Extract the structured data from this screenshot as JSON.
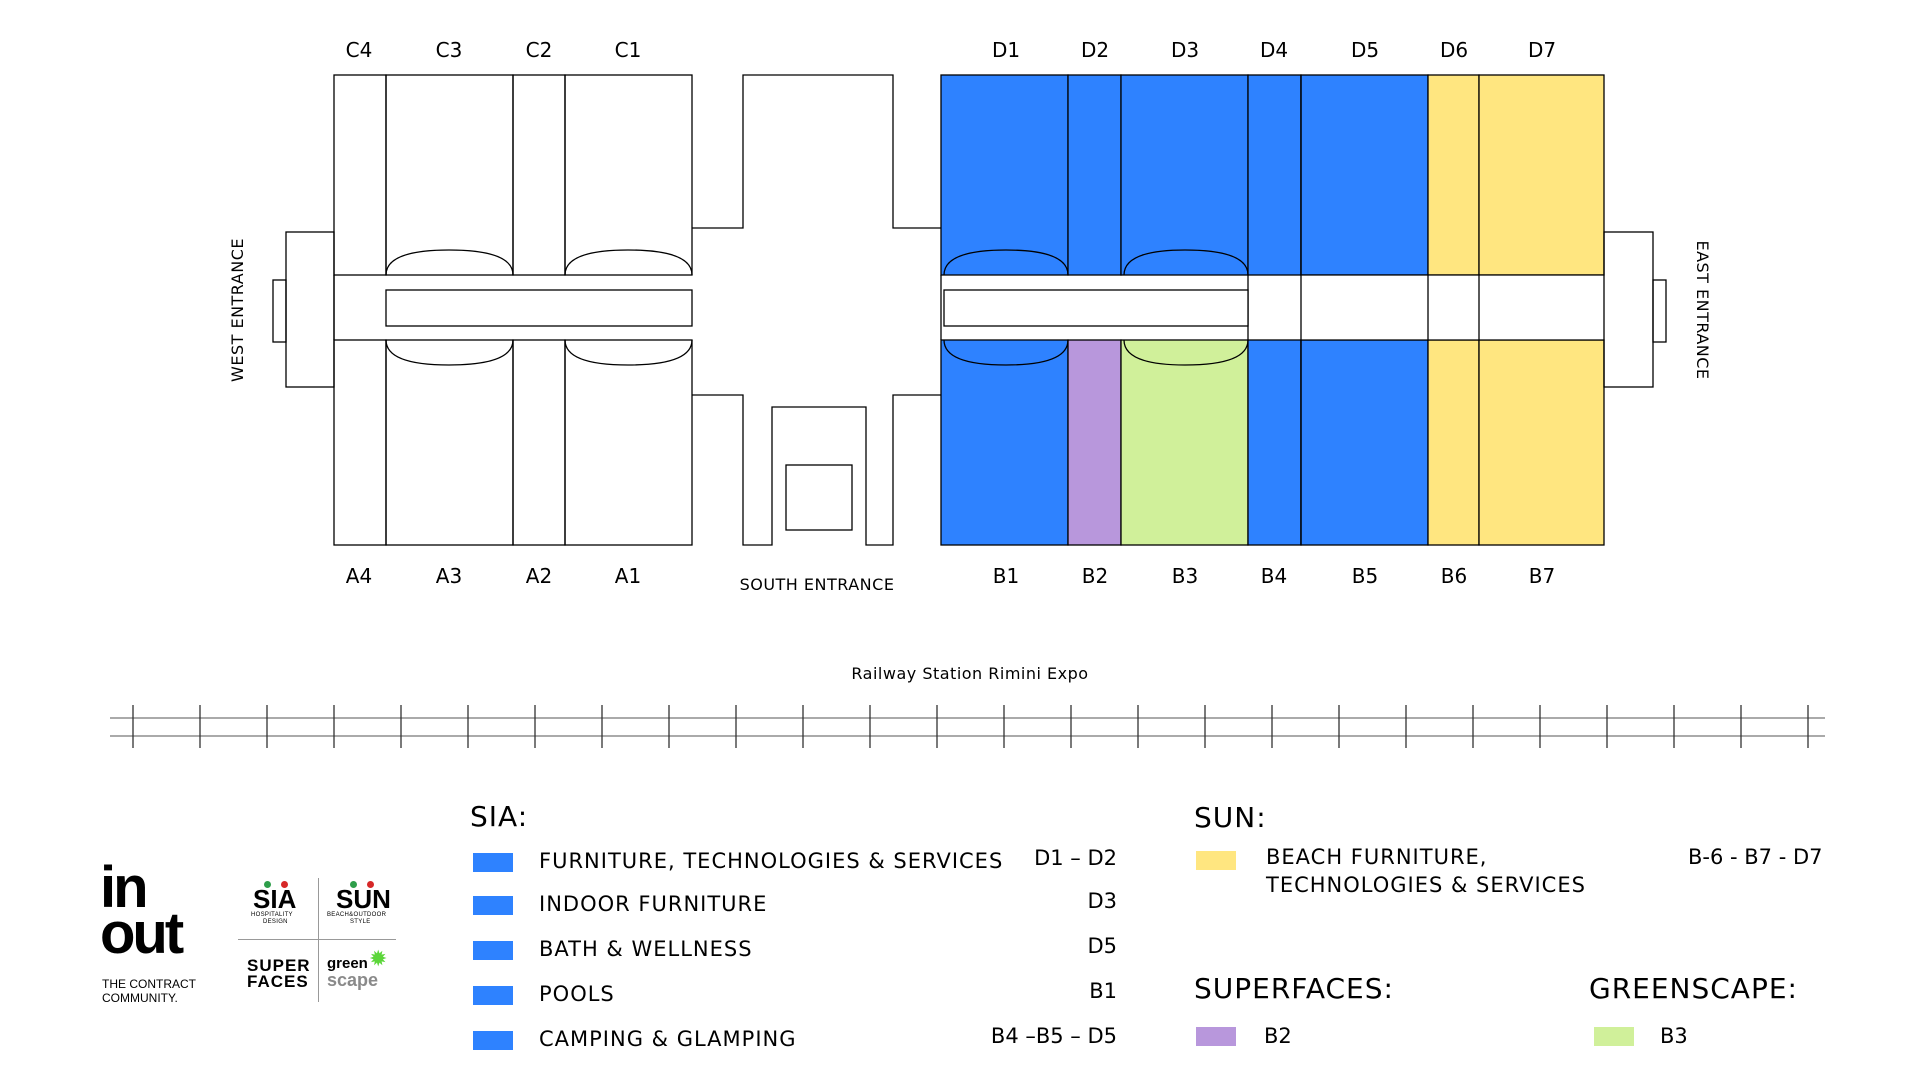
{
  "colors": {
    "sia_blue": "#2e82ff",
    "sun_yellow": "#ffe680",
    "superfaces_purple": "#b897dc",
    "greenscape_green": "#d0f09a",
    "outline": "#000000"
  },
  "map": {
    "top_labels": [
      "C4",
      "C3",
      "C2",
      "C1",
      "D1",
      "D2",
      "D3",
      "D4",
      "D5",
      "D6",
      "D7"
    ],
    "bottom_labels": [
      "A4",
      "A3",
      "A2",
      "A1",
      "B1",
      "B2",
      "B3",
      "B4",
      "B5",
      "B6",
      "B7"
    ],
    "west_entrance": "WEST ENTRANCE",
    "east_entrance": "EAST ENTRANCE",
    "south_entrance": "SOUTH ENTRANCE",
    "railway": "Railway Station Rimini Expo"
  },
  "legend": {
    "sia": {
      "title": "SIA:",
      "items": [
        {
          "label": "FURNITURE, TECHNOLOGIES & SERVICES",
          "code": "D1 – D2"
        },
        {
          "label": "INDOOR FURNITURE",
          "code": "D3"
        },
        {
          "label": "BATH & WELLNESS",
          "code": "D5"
        },
        {
          "label": "POOLS",
          "code": "B1"
        },
        {
          "label": "CAMPING & GLAMPING",
          "code": "B4 –B5 – D5"
        }
      ]
    },
    "sun": {
      "title": "SUN:",
      "label_line1": "BEACH FURNITURE,",
      "label_line2": "TECHNOLOGIES & SERVICES",
      "code": "B-6 - B7 - D7"
    },
    "superfaces": {
      "title": "SUPERFACES:",
      "code": "B2"
    },
    "greenscape": {
      "title": "GREENSCAPE:",
      "code": "B3"
    }
  },
  "logos": {
    "inout_line1": "in",
    "inout_line2": "out",
    "tagline1": "THE CONTRACT",
    "tagline2": "COMMUNITY.",
    "sia": "SIA",
    "sia_sub1": "HOSPITALITY",
    "sia_sub2": "DESIGN",
    "sun": "SUN",
    "sun_sub1": "BEACH&OUTDOOR",
    "sun_sub2": "STYLE",
    "superfaces1": "SUPER",
    "superfaces2": "FACES",
    "green": "green",
    "scape": "scape"
  }
}
